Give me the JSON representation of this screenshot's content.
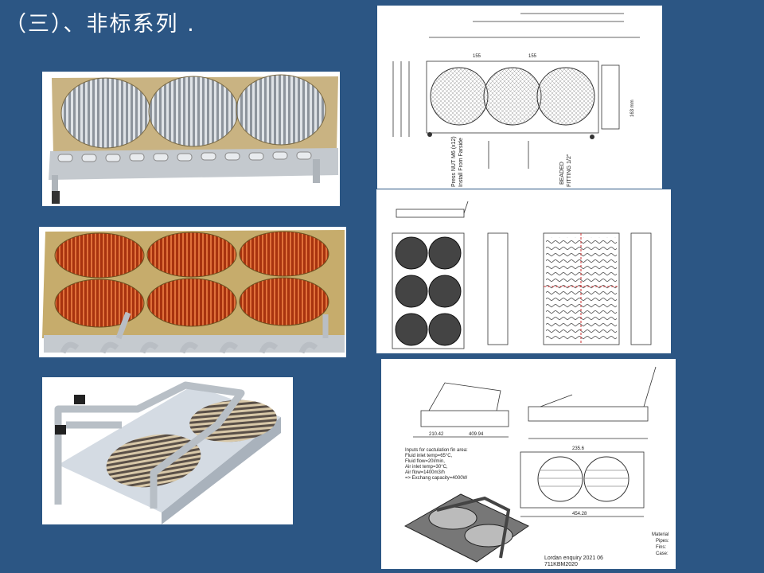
{
  "slide": {
    "title": "（三）、非标系列 ."
  },
  "drawing_top": {
    "note_nut": "Press NUT M6 (x12)",
    "note_install": "Install From Farside",
    "note_fitting_1": "BEADED",
    "note_fitting_2": "FITTING 1/2\"",
    "dim_1": "155",
    "dim_2": "155",
    "dim_3": "163 mm"
  },
  "drawing_bottom": {
    "inputs_title": "Inputs for cactulation fin area:",
    "input_1": "Fluid inlet temp=65°C,",
    "input_2": "Fluid flow=20l/min,",
    "input_3": "Air inlet temp=30°C,",
    "input_4": "Air flow=1400m3/h",
    "input_5": "=> Exchang capacity=4000W",
    "dim_width": "454.28",
    "dim_top": "409.94",
    "dim_left": "210.42",
    "dim_pipe": "235.6",
    "enquiry": "Lordan enquiry 2021 06",
    "part_no": "711KBM2020",
    "materials": "Material",
    "pipes": "Pipes:",
    "fins": "Fins:",
    "case": "Case:"
  },
  "colors": {
    "background": "#2c5684",
    "gold_frame": "#c8b07a",
    "copper": "#c0451c",
    "aluminium": "#b9bec4"
  }
}
